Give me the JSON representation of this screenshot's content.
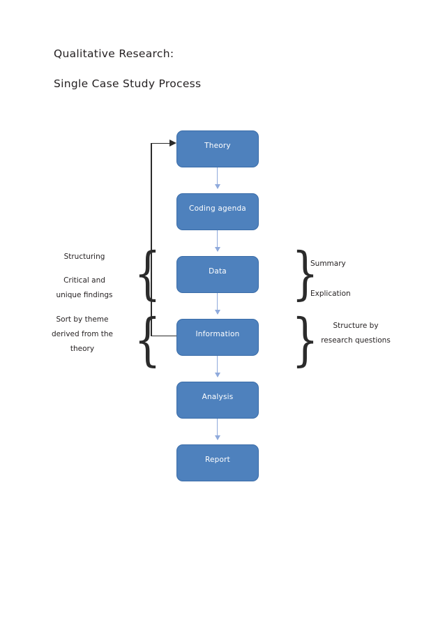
{
  "document": {
    "title_lines": [
      "Qualitative Research:",
      "Single Case Study Process"
    ]
  },
  "theme": {
    "box_fill": "#4e81bd",
    "box_border": "#3a6ca8",
    "box_text": "#ffffff",
    "connector_color": "#8faadc",
    "loop_color": "#2b2b2b",
    "text_color": "#231f20",
    "background": "#ffffff"
  },
  "chart_data": {
    "type": "diagram",
    "title": "Qualitative Research: Single Case Study Process",
    "nodes": [
      {
        "id": "theory",
        "label": "Theory",
        "order": 1
      },
      {
        "id": "coding-agenda",
        "label": "Coding agenda",
        "order": 2
      },
      {
        "id": "data",
        "label": "Data",
        "order": 3
      },
      {
        "id": "information",
        "label": "Information",
        "order": 4
      },
      {
        "id": "analysis",
        "label": "Analysis",
        "order": 5
      },
      {
        "id": "report",
        "label": "Report",
        "order": 6
      }
    ],
    "edges": [
      {
        "from": "theory",
        "to": "coding-agenda",
        "kind": "flow"
      },
      {
        "from": "coding-agenda",
        "to": "data",
        "kind": "flow"
      },
      {
        "from": "data",
        "to": "information",
        "kind": "flow"
      },
      {
        "from": "information",
        "to": "analysis",
        "kind": "flow"
      },
      {
        "from": "analysis",
        "to": "report",
        "kind": "flow"
      },
      {
        "from": "information",
        "to": "theory",
        "kind": "feedback-loop"
      }
    ],
    "annotations": [
      {
        "id": "structuring",
        "side": "left",
        "text": "Structuring",
        "brace": "{"
      },
      {
        "id": "critical-findings",
        "side": "left",
        "text": "Critical and\nunique findings",
        "brace": "{"
      },
      {
        "id": "sort-by-theme",
        "side": "left",
        "text": "Sort by theme\nderived from the\ntheory",
        "brace": "{"
      },
      {
        "id": "summary",
        "side": "right",
        "text": "Summary",
        "brace": "}"
      },
      {
        "id": "explication",
        "side": "right",
        "text": "Explication",
        "brace": "}"
      },
      {
        "id": "structure-by-rq",
        "side": "right",
        "text": "Structure by\nresearch questions",
        "brace": "}"
      }
    ]
  },
  "nodes": {
    "theory": "Theory",
    "coding_agenda": "Coding agenda",
    "data": "Data",
    "information": "Information",
    "analysis": "Analysis",
    "report": "Report"
  },
  "annotations": {
    "structuring": "Structuring",
    "critical_findings": "Critical and\nunique findings",
    "sort_by_theme": "Sort by theme\nderived from the\ntheory",
    "summary": "Summary",
    "explication": "Explication",
    "structure_by_research_questions": "Structure by\nresearch questions"
  },
  "braces": {
    "open": "{",
    "close": "}"
  }
}
